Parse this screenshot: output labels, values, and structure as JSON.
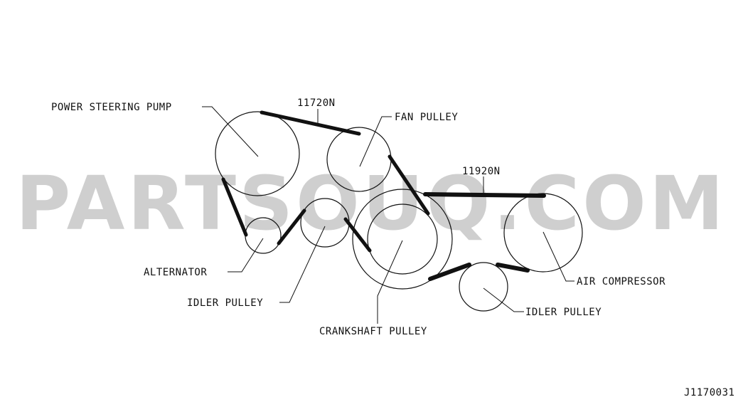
{
  "watermark": "PARTSOUQ.COM",
  "belts": {
    "belt_1": "11720N",
    "belt_2": "11920N"
  },
  "components": {
    "power_steering_pump": "POWER STEERING PUMP",
    "fan_pulley": "FAN PULLEY",
    "alternator": "ALTERNATOR",
    "idler_pulley_left": "IDLER PULLEY",
    "crankshaft_pulley": "CRANKSHAFT PULLEY",
    "air_compressor": "AIR COMPRESSOR",
    "idler_pulley_right": "IDLER PULLEY"
  },
  "diagram_id": "J1170031"
}
